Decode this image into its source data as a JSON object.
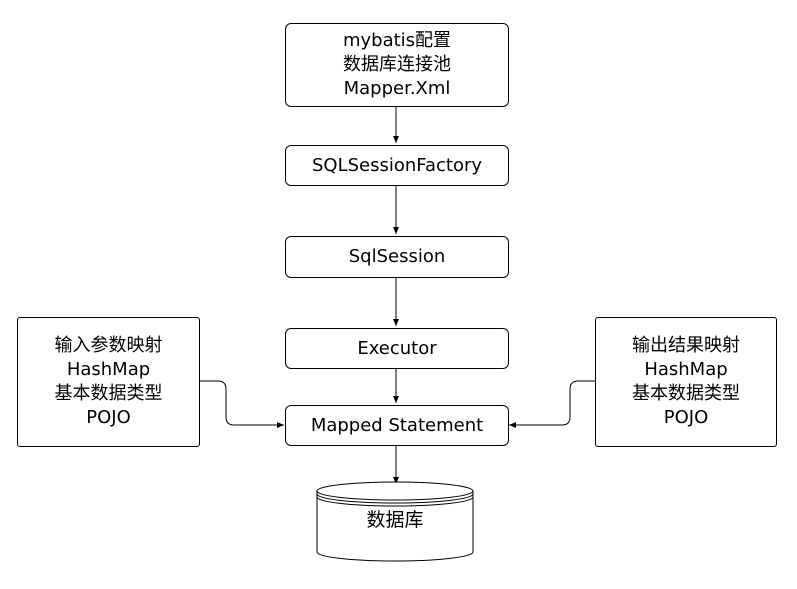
{
  "config": {
    "lines": [
      "mybatis配置",
      "数据库连接池",
      "Mapper.Xml"
    ]
  },
  "factory": {
    "label": "SQLSessionFactory"
  },
  "session": {
    "label": "SqlSession"
  },
  "executor": {
    "label": "Executor"
  },
  "mapped": {
    "label": "Mapped Statement"
  },
  "input": {
    "lines": [
      "输入参数映射",
      "HashMap",
      "基本数据类型",
      "POJO"
    ]
  },
  "output": {
    "lines": [
      "输出结果映射",
      "HashMap",
      "基本数据类型",
      "POJO"
    ]
  },
  "database": {
    "label": "数据库"
  }
}
